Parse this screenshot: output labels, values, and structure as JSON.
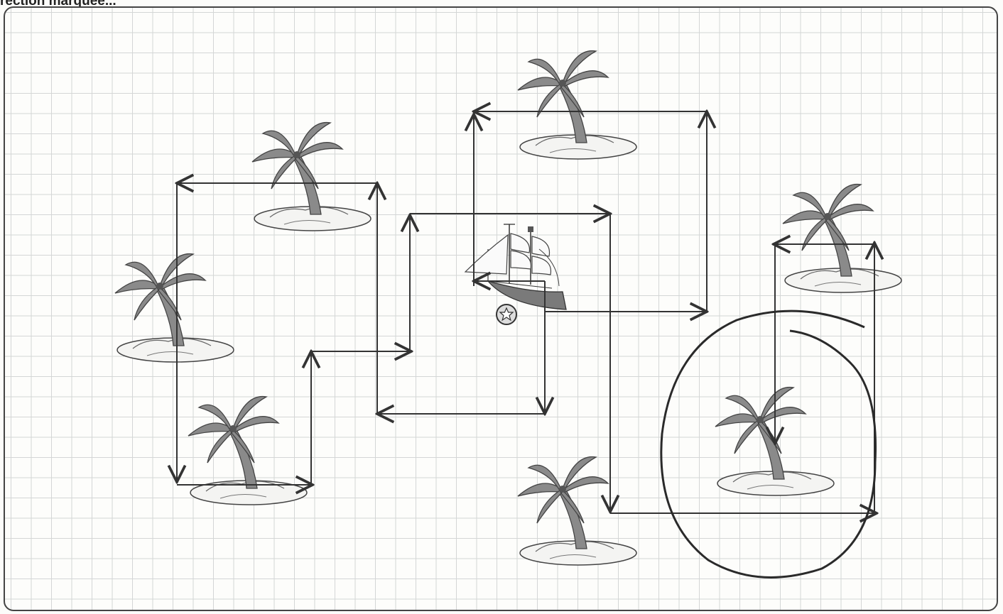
{
  "heading": {
    "text": "rection marquée..."
  },
  "map": {
    "islands": [
      {
        "name": "island-top-center",
        "icon": "palm-tree-island-icon"
      },
      {
        "name": "island-upper-left",
        "icon": "palm-tree-island-icon"
      },
      {
        "name": "island-left",
        "icon": "palm-tree-island-icon"
      },
      {
        "name": "island-bottom-left",
        "icon": "palm-tree-island-icon"
      },
      {
        "name": "island-bottom-center",
        "icon": "palm-tree-island-icon"
      },
      {
        "name": "island-right",
        "icon": "palm-tree-island-icon"
      },
      {
        "name": "island-circled",
        "icon": "palm-tree-island-icon",
        "circled": true
      }
    ],
    "ship": {
      "icon": "pirate-ship-icon",
      "start_marker": "star-in-circle-icon"
    },
    "path": {
      "color": "#333333",
      "style": "arrows"
    },
    "circle_color": "#2a2a2a",
    "island_colors": {
      "palm": "#8a8a8a",
      "sand": "#f4f4f2",
      "outline": "#444444"
    }
  }
}
